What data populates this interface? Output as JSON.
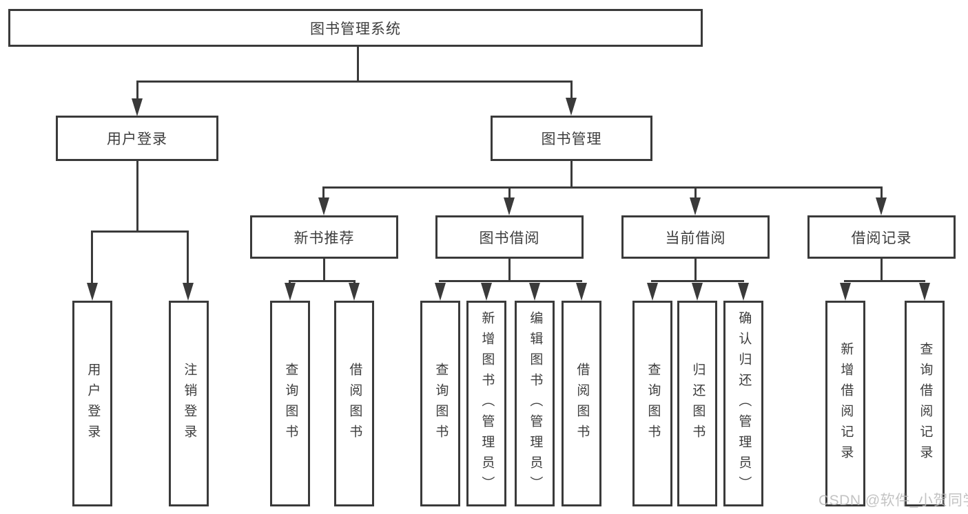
{
  "diagram": {
    "tree": {
      "label": "图书管理系统",
      "children": [
        {
          "label": "用户登录",
          "children": [
            {
              "label": "用户登录"
            },
            {
              "label": "注销登录"
            }
          ]
        },
        {
          "label": "图书管理",
          "children": [
            {
              "label": "新书推荐",
              "children": [
                {
                  "label": "查询图书"
                },
                {
                  "label": "借阅图书"
                }
              ]
            },
            {
              "label": "图书借阅",
              "children": [
                {
                  "label": "查询图书"
                },
                {
                  "label": "新增图书（管理员）"
                },
                {
                  "label": "编辑图书（管理员）"
                },
                {
                  "label": "借阅图书"
                }
              ]
            },
            {
              "label": "当前借阅",
              "children": [
                {
                  "label": "查询图书"
                },
                {
                  "label": "归还图书"
                },
                {
                  "label": "确认归还（管理员）"
                }
              ]
            },
            {
              "label": "借阅记录",
              "children": [
                {
                  "label": "新增借阅记录"
                },
                {
                  "label": "查询借阅记录"
                }
              ]
            }
          ]
        }
      ]
    },
    "watermark": "CSDN @软件_小贺同学",
    "colors": {
      "line-color": "#3a3a3a",
      "text-color": "#3d3d3d",
      "watermark-color": "#b9b9b9",
      "background": "#ffffff"
    }
  }
}
